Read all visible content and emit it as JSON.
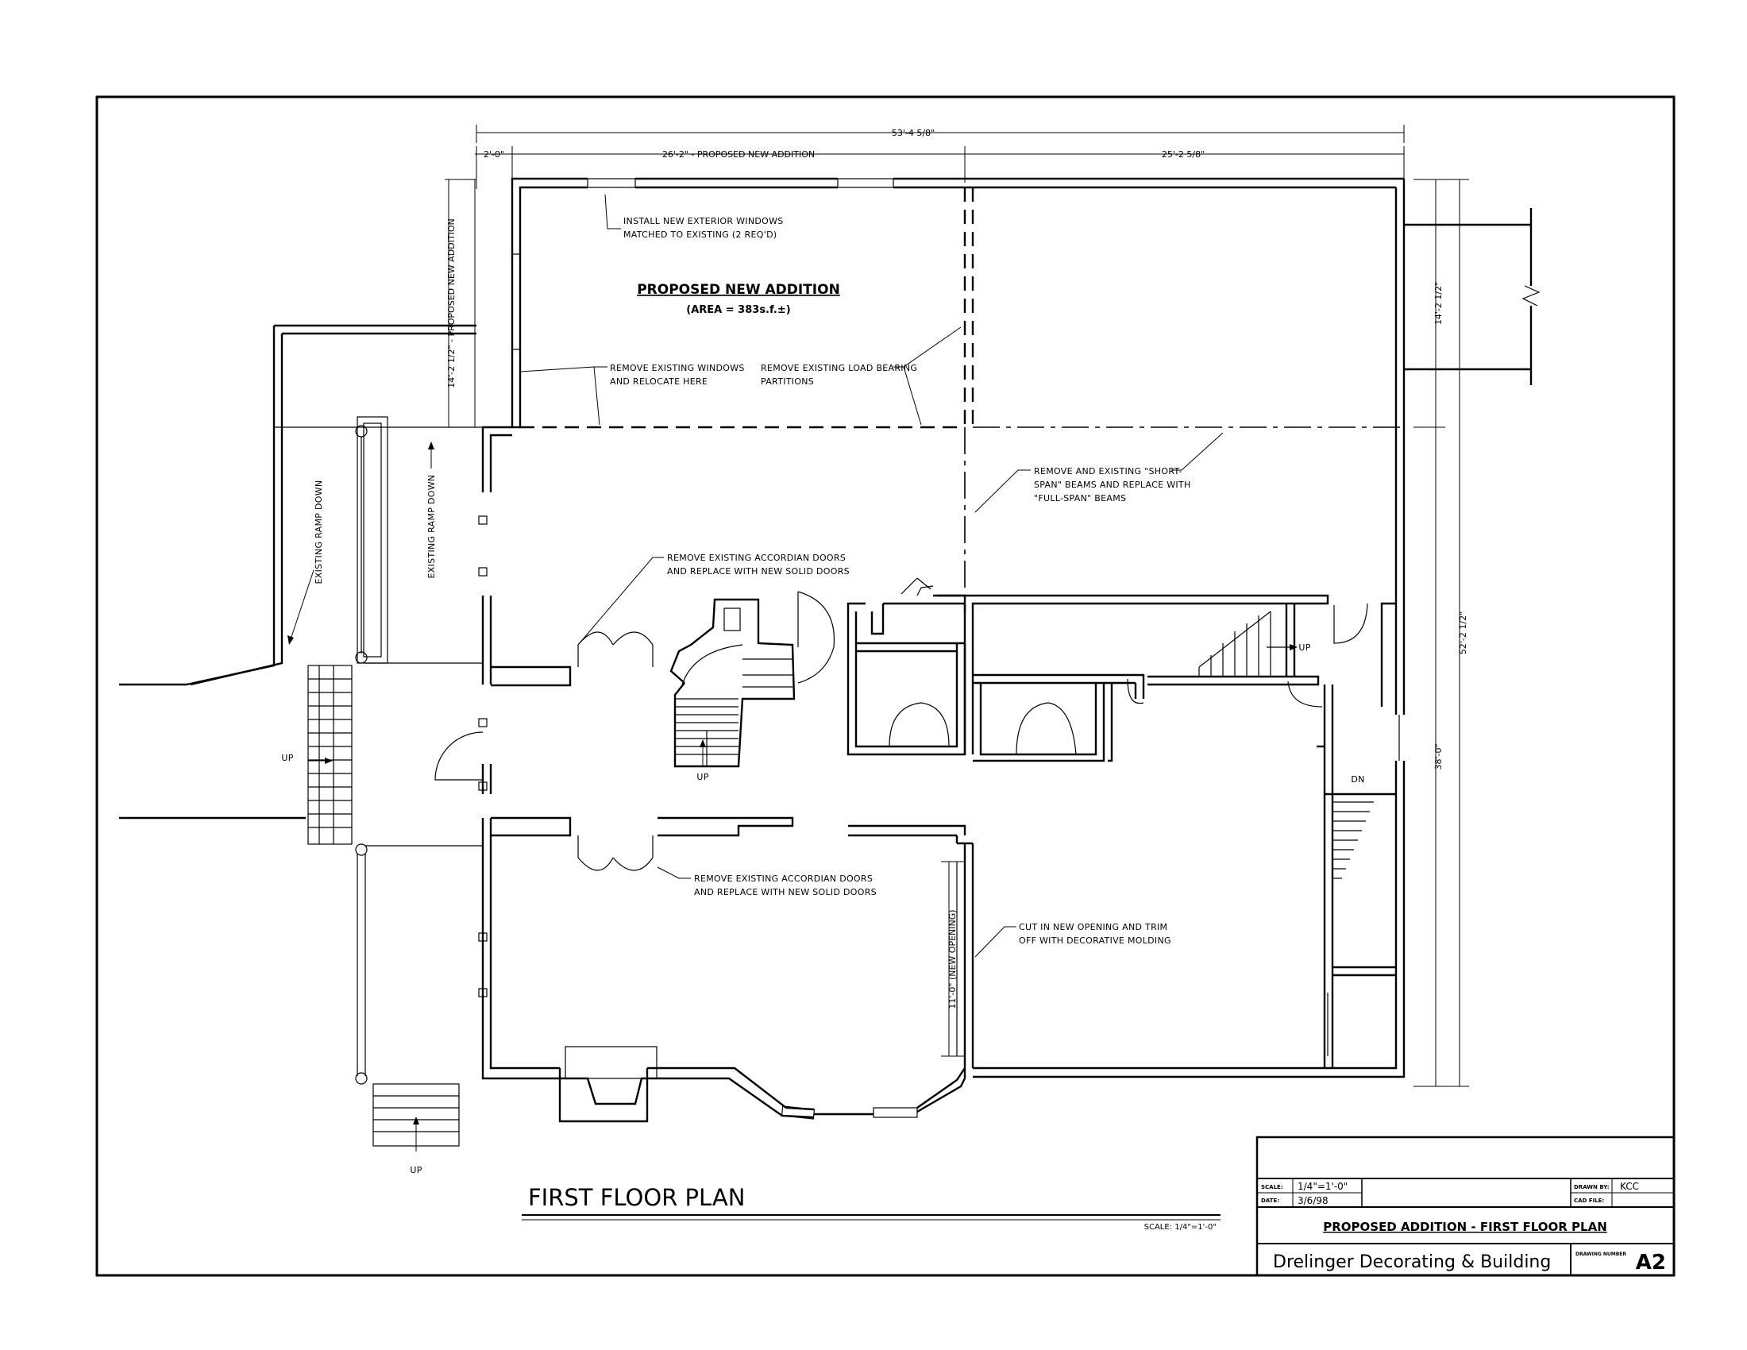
{
  "drawing": {
    "title": "FIRST FLOOR PLAN",
    "scale_note": "SCALE: 1/4\"=1'-0\""
  },
  "dimensions": {
    "overall_width": "53'-4 5/8\"",
    "left_offset": "2'-0\"",
    "addition_width": "26'-2\" - PROPOSED NEW ADDITION",
    "right_width": "25'-2 5/8\"",
    "addition_depth": "14'-2 1/2\" - PROPOSED NEW ADDITION",
    "right_upper": "14'-2 1/2\"",
    "right_lower": "38'-0\"",
    "overall_depth": "52'-2 1/2\"",
    "new_opening": "11'-0\" (NEW OPENING)"
  },
  "labels": {
    "addition_title": "PROPOSED NEW ADDITION",
    "addition_area": "(AREA = 383s.f.±)",
    "ramp_1": "EXISTING RAMP DOWN",
    "ramp_2": "EXISTING RAMP DOWN",
    "up_left": "UP",
    "up_stair": "UP",
    "up_bottom": "UP",
    "up_right": "UP",
    "dn_right": "DN"
  },
  "notes": {
    "n1_l1": "INSTALL NEW EXTERIOR WINDOWS",
    "n1_l2": "MATCHED TO EXISTING (2 REQ'D)",
    "n2_l1": "REMOVE EXISTING WINDOWS",
    "n2_l2": "AND RELOCATE HERE",
    "n3_l1": "REMOVE EXISTING LOAD BEARING",
    "n3_l2": "PARTITIONS",
    "n4_l1": "REMOVE AND EXISTING \"SHORT-",
    "n4_l2": "SPAN\" BEAMS AND REPLACE WITH",
    "n4_l3": "\"FULL-SPAN\" BEAMS",
    "n5_l1": "REMOVE EXISTING ACCORDIAN DOORS",
    "n5_l2": "AND REPLACE WITH NEW SOLID DOORS",
    "n6_l1": "REMOVE EXISTING ACCORDIAN DOORS",
    "n6_l2": "AND REPLACE WITH NEW SOLID DOORS",
    "n7_l1": "CUT IN NEW OPENING AND TRIM",
    "n7_l2": "OFF WITH DECORATIVE MOLDING"
  },
  "title_block": {
    "scale_label": "SCALE:",
    "scale_value": "1/4\"=1'-0\"",
    "date_label": "DATE:",
    "date_value": "3/6/98",
    "drawn_label": "DRAWN BY:",
    "drawn_value": "KCC",
    "cad_label": "CAD FILE:",
    "sheet_title": "PROPOSED ADDITION - FIRST FLOOR PLAN",
    "company": "Drelinger Decorating & Building",
    "number_label": "DRAWING NUMBER",
    "number_value": "A2"
  }
}
